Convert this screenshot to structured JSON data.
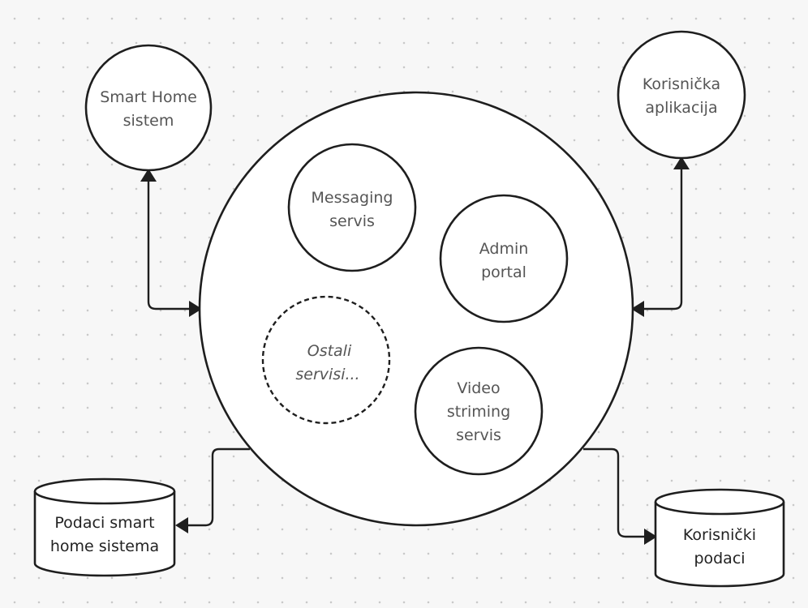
{
  "nodes": {
    "smart_home": {
      "lines": [
        "Smart Home",
        "sistem"
      ]
    },
    "user_app": {
      "lines": [
        "Korisnička",
        "aplikacija"
      ]
    },
    "messaging": {
      "lines": [
        "Messaging",
        "servis"
      ]
    },
    "admin": {
      "lines": [
        "Admin",
        "portal"
      ]
    },
    "other": {
      "lines": [
        "Ostali",
        "servisi..."
      ]
    },
    "video": {
      "lines": [
        "Video",
        "striming",
        "servis"
      ]
    },
    "db_smart_home": {
      "lines": [
        "Podaci smart",
        "home sistema"
      ]
    },
    "db_users": {
      "lines": [
        "Korisnički",
        "podaci"
      ]
    }
  },
  "edges": [
    {
      "from": "smart_home",
      "to": "platform",
      "direction": "both"
    },
    {
      "from": "user_app",
      "to": "platform",
      "direction": "both"
    },
    {
      "from": "platform",
      "to": "db_smart_home",
      "direction": "forward"
    },
    {
      "from": "platform",
      "to": "db_users",
      "direction": "forward"
    }
  ],
  "colors": {
    "stroke": "#1e1e1e",
    "fill": "#ffffff",
    "label": "#555555",
    "db_label": "#222222",
    "background": "#f7f7f7"
  }
}
